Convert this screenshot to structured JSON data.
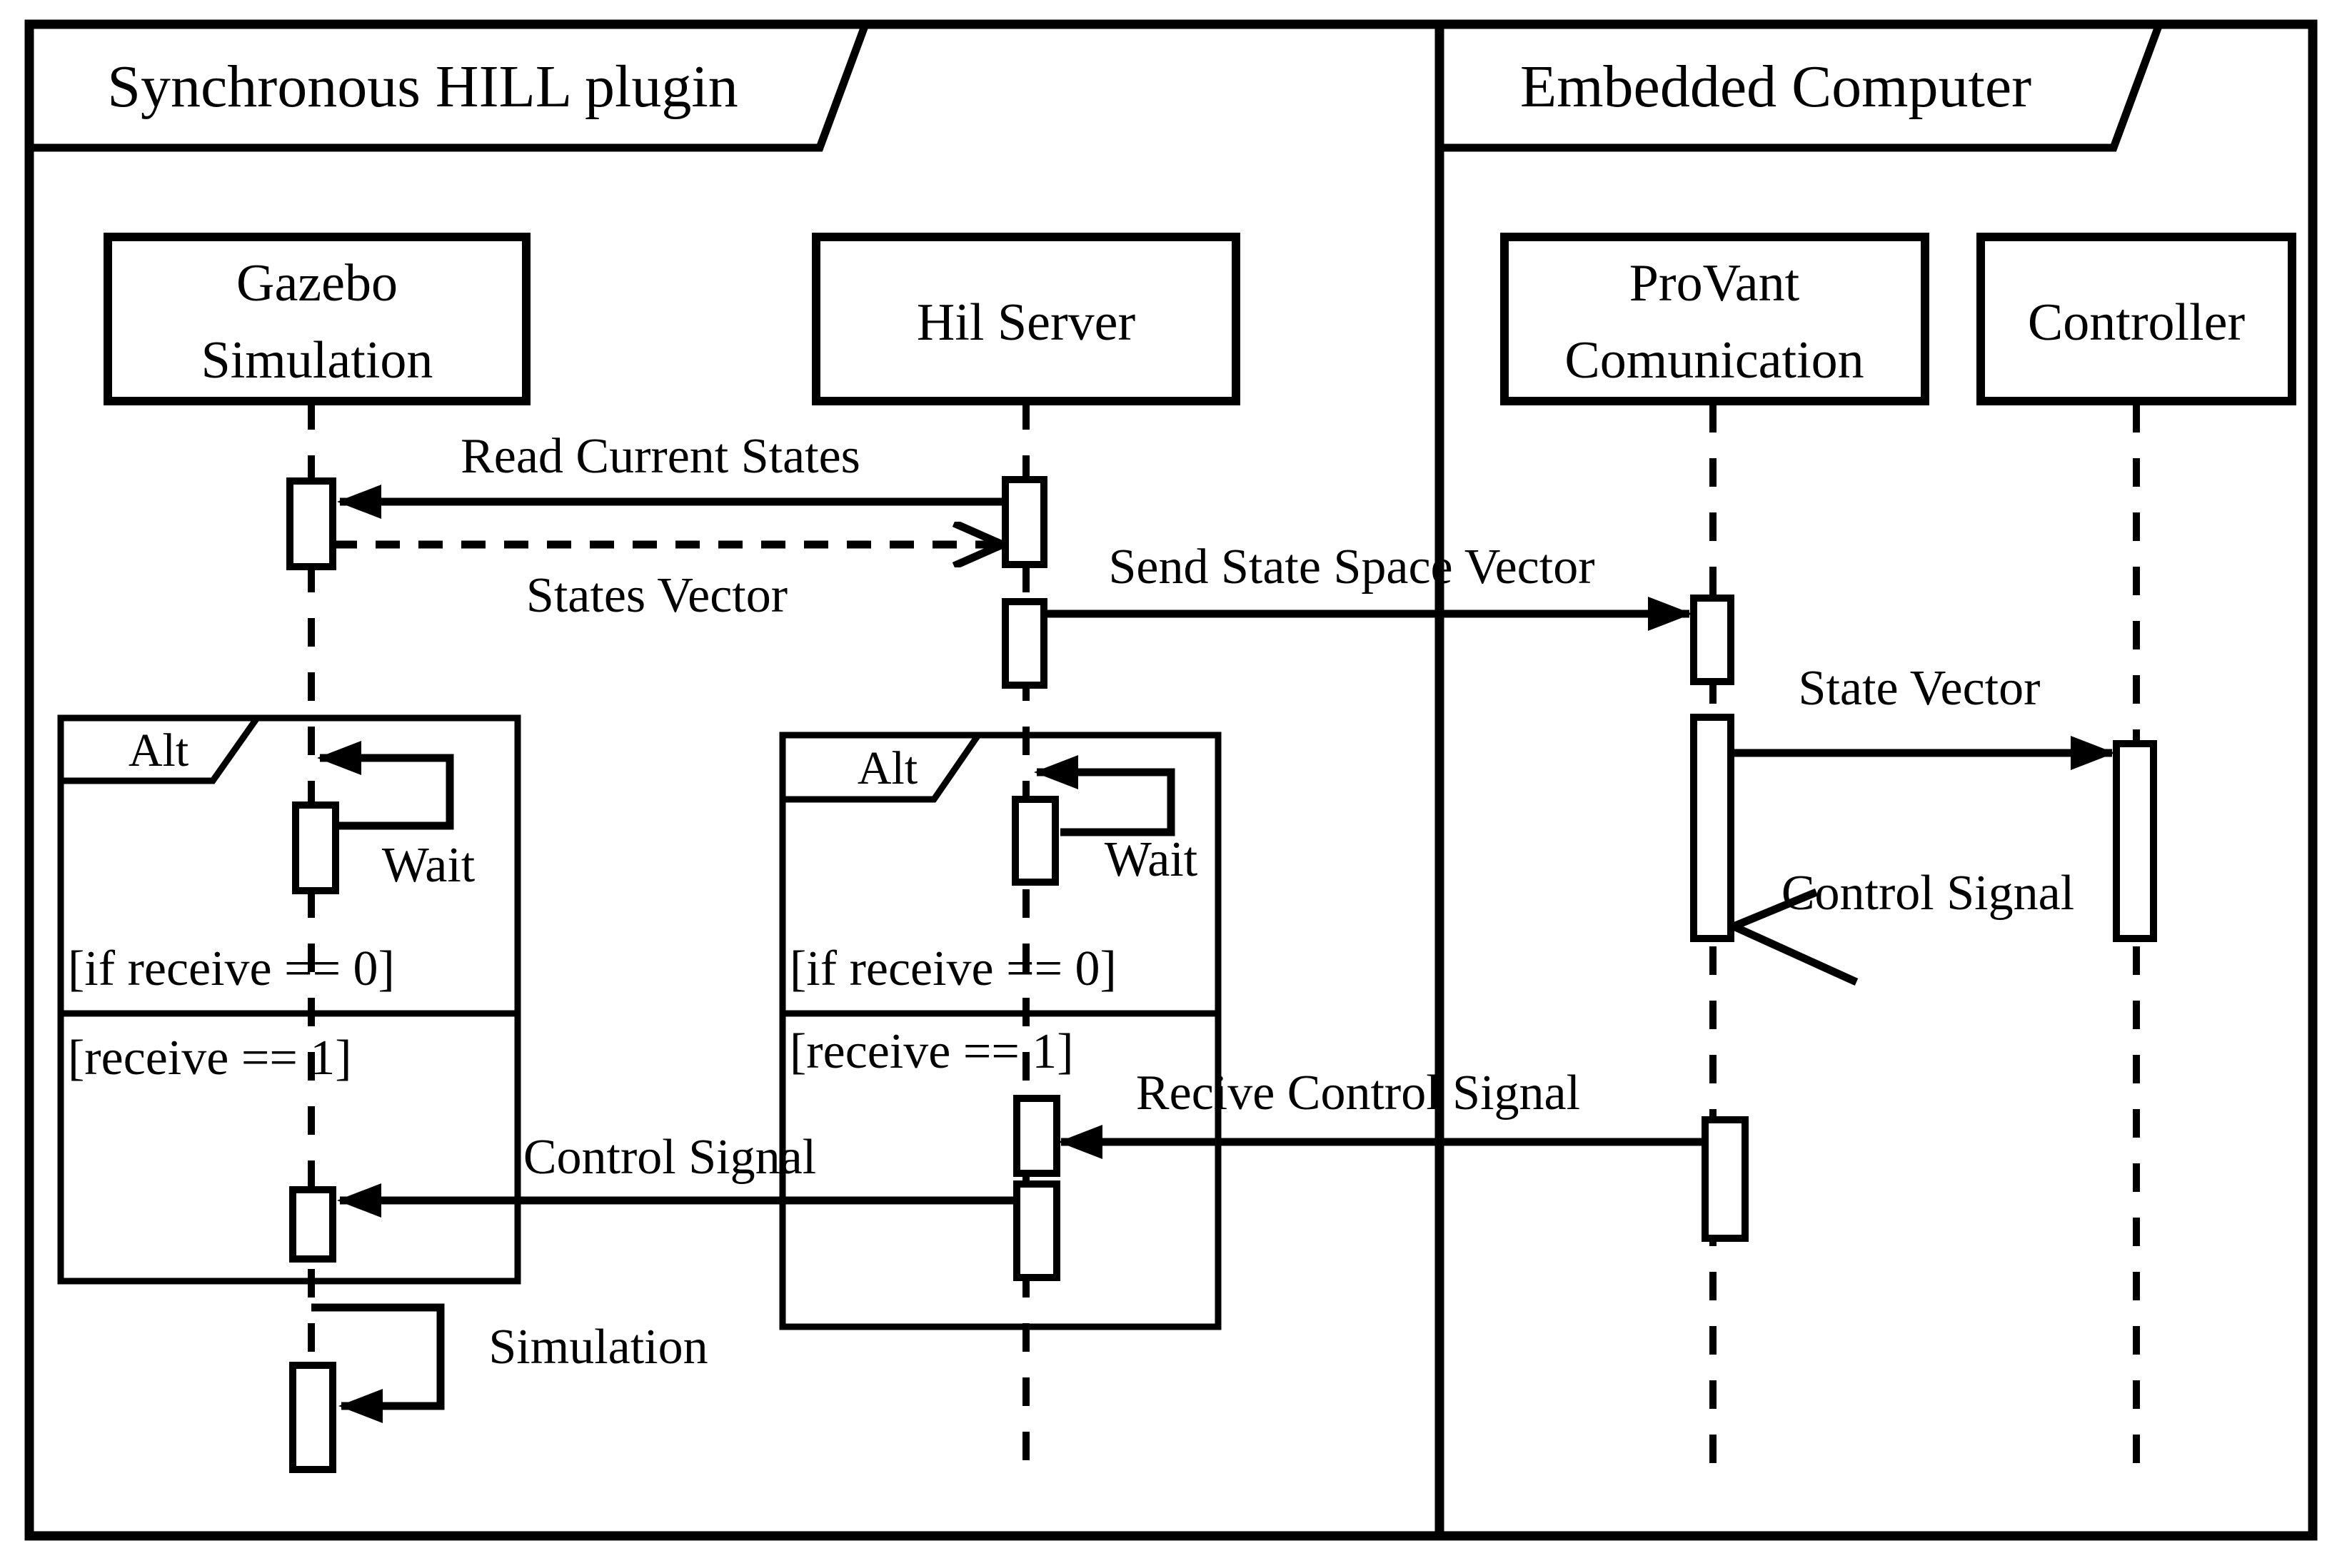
{
  "diagram": {
    "type": "uml-sequence-diagram",
    "frames": {
      "sync": {
        "title": "Synchronous HILL plugin"
      },
      "embedded": {
        "title": "Embedded Computer"
      }
    },
    "lifelines": {
      "gazebo": {
        "line1": "Gazebo",
        "line2": "Simulation"
      },
      "hil_server": {
        "line1": "Hil Server"
      },
      "provant": {
        "line1": "ProVant",
        "line2": "Comunication"
      },
      "controller": {
        "line1": "Controller"
      }
    },
    "messages": {
      "read_current_states": "Read Current States",
      "states_vector": "States Vector",
      "send_state_space_vector": "Send State Space Vector",
      "state_vector": "State Vector",
      "control_signal_embedded": "Control Signal",
      "recive_control_signal": "Recive Control Signal",
      "control_signal_plugin": "Control Signal",
      "wait_gazebo": "Wait",
      "wait_hil": "Wait",
      "simulation": "Simulation"
    },
    "fragments": {
      "alt_gazebo": {
        "operator": "Alt",
        "guard_if": "[if receive == 0]",
        "guard_else": "[receive == 1]"
      },
      "alt_hil": {
        "operator": "Alt",
        "guard_if": "[if receive == 0]",
        "guard_else": "[receive == 1]"
      }
    },
    "colors": {
      "ink": "#000000",
      "paper": "#ffffff"
    }
  }
}
